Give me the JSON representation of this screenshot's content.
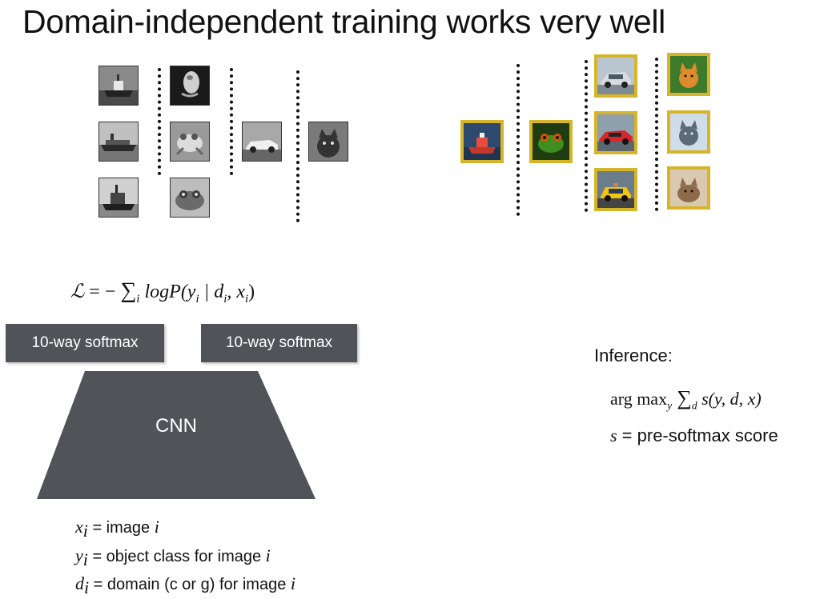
{
  "title": "Domain-independent training works very well",
  "gray_groups": [
    {
      "items": [
        "ship",
        "ship",
        "ship"
      ]
    },
    {
      "items": [
        "frog",
        "frog",
        "frog"
      ]
    },
    {
      "items": [
        "car"
      ]
    },
    {
      "items": [
        "cat"
      ]
    }
  ],
  "color_groups": [
    {
      "items": [
        "ship"
      ]
    },
    {
      "items": [
        "frog"
      ]
    },
    {
      "items": [
        "car",
        "car",
        "car"
      ]
    },
    {
      "items": [
        "cat",
        "cat",
        "cat"
      ]
    }
  ],
  "loss": {
    "lhs": "ℒ",
    "eq": "= −",
    "sum": "∑",
    "sum_sub": "i",
    "body": "logP(y",
    "y_sub": "i",
    "bar": " | d",
    "d_sub": "i",
    "comma": ", x",
    "x_sub": "i",
    "close": ")"
  },
  "softmax_left": "10-way softmax",
  "softmax_right": "10-way softmax",
  "cnn_label": "CNN",
  "legend": [
    {
      "var": "x",
      "sub": "i",
      "text": " = image ",
      "tail": "i"
    },
    {
      "var": "y",
      "sub": "i",
      "text": " = object class for image ",
      "tail": "i"
    },
    {
      "var": "d",
      "sub": "i",
      "text": " = domain (c or g) for image ",
      "tail": "i"
    }
  ],
  "inference": {
    "title": "Inference:",
    "argmax": "arg max",
    "argmax_sub": "y",
    "sum": "∑",
    "sum_sub": "d",
    "score": " s(y, d, x)",
    "s_var": "s",
    "s_text": " = pre-softmax score"
  },
  "colors": {
    "frame": "#d6b52a",
    "softmax_box": "#505459",
    "cnn": "#505459"
  },
  "icons": {
    "ship": "ship-image",
    "frog": "frog-image",
    "car": "car-image",
    "cat": "cat-image"
  }
}
